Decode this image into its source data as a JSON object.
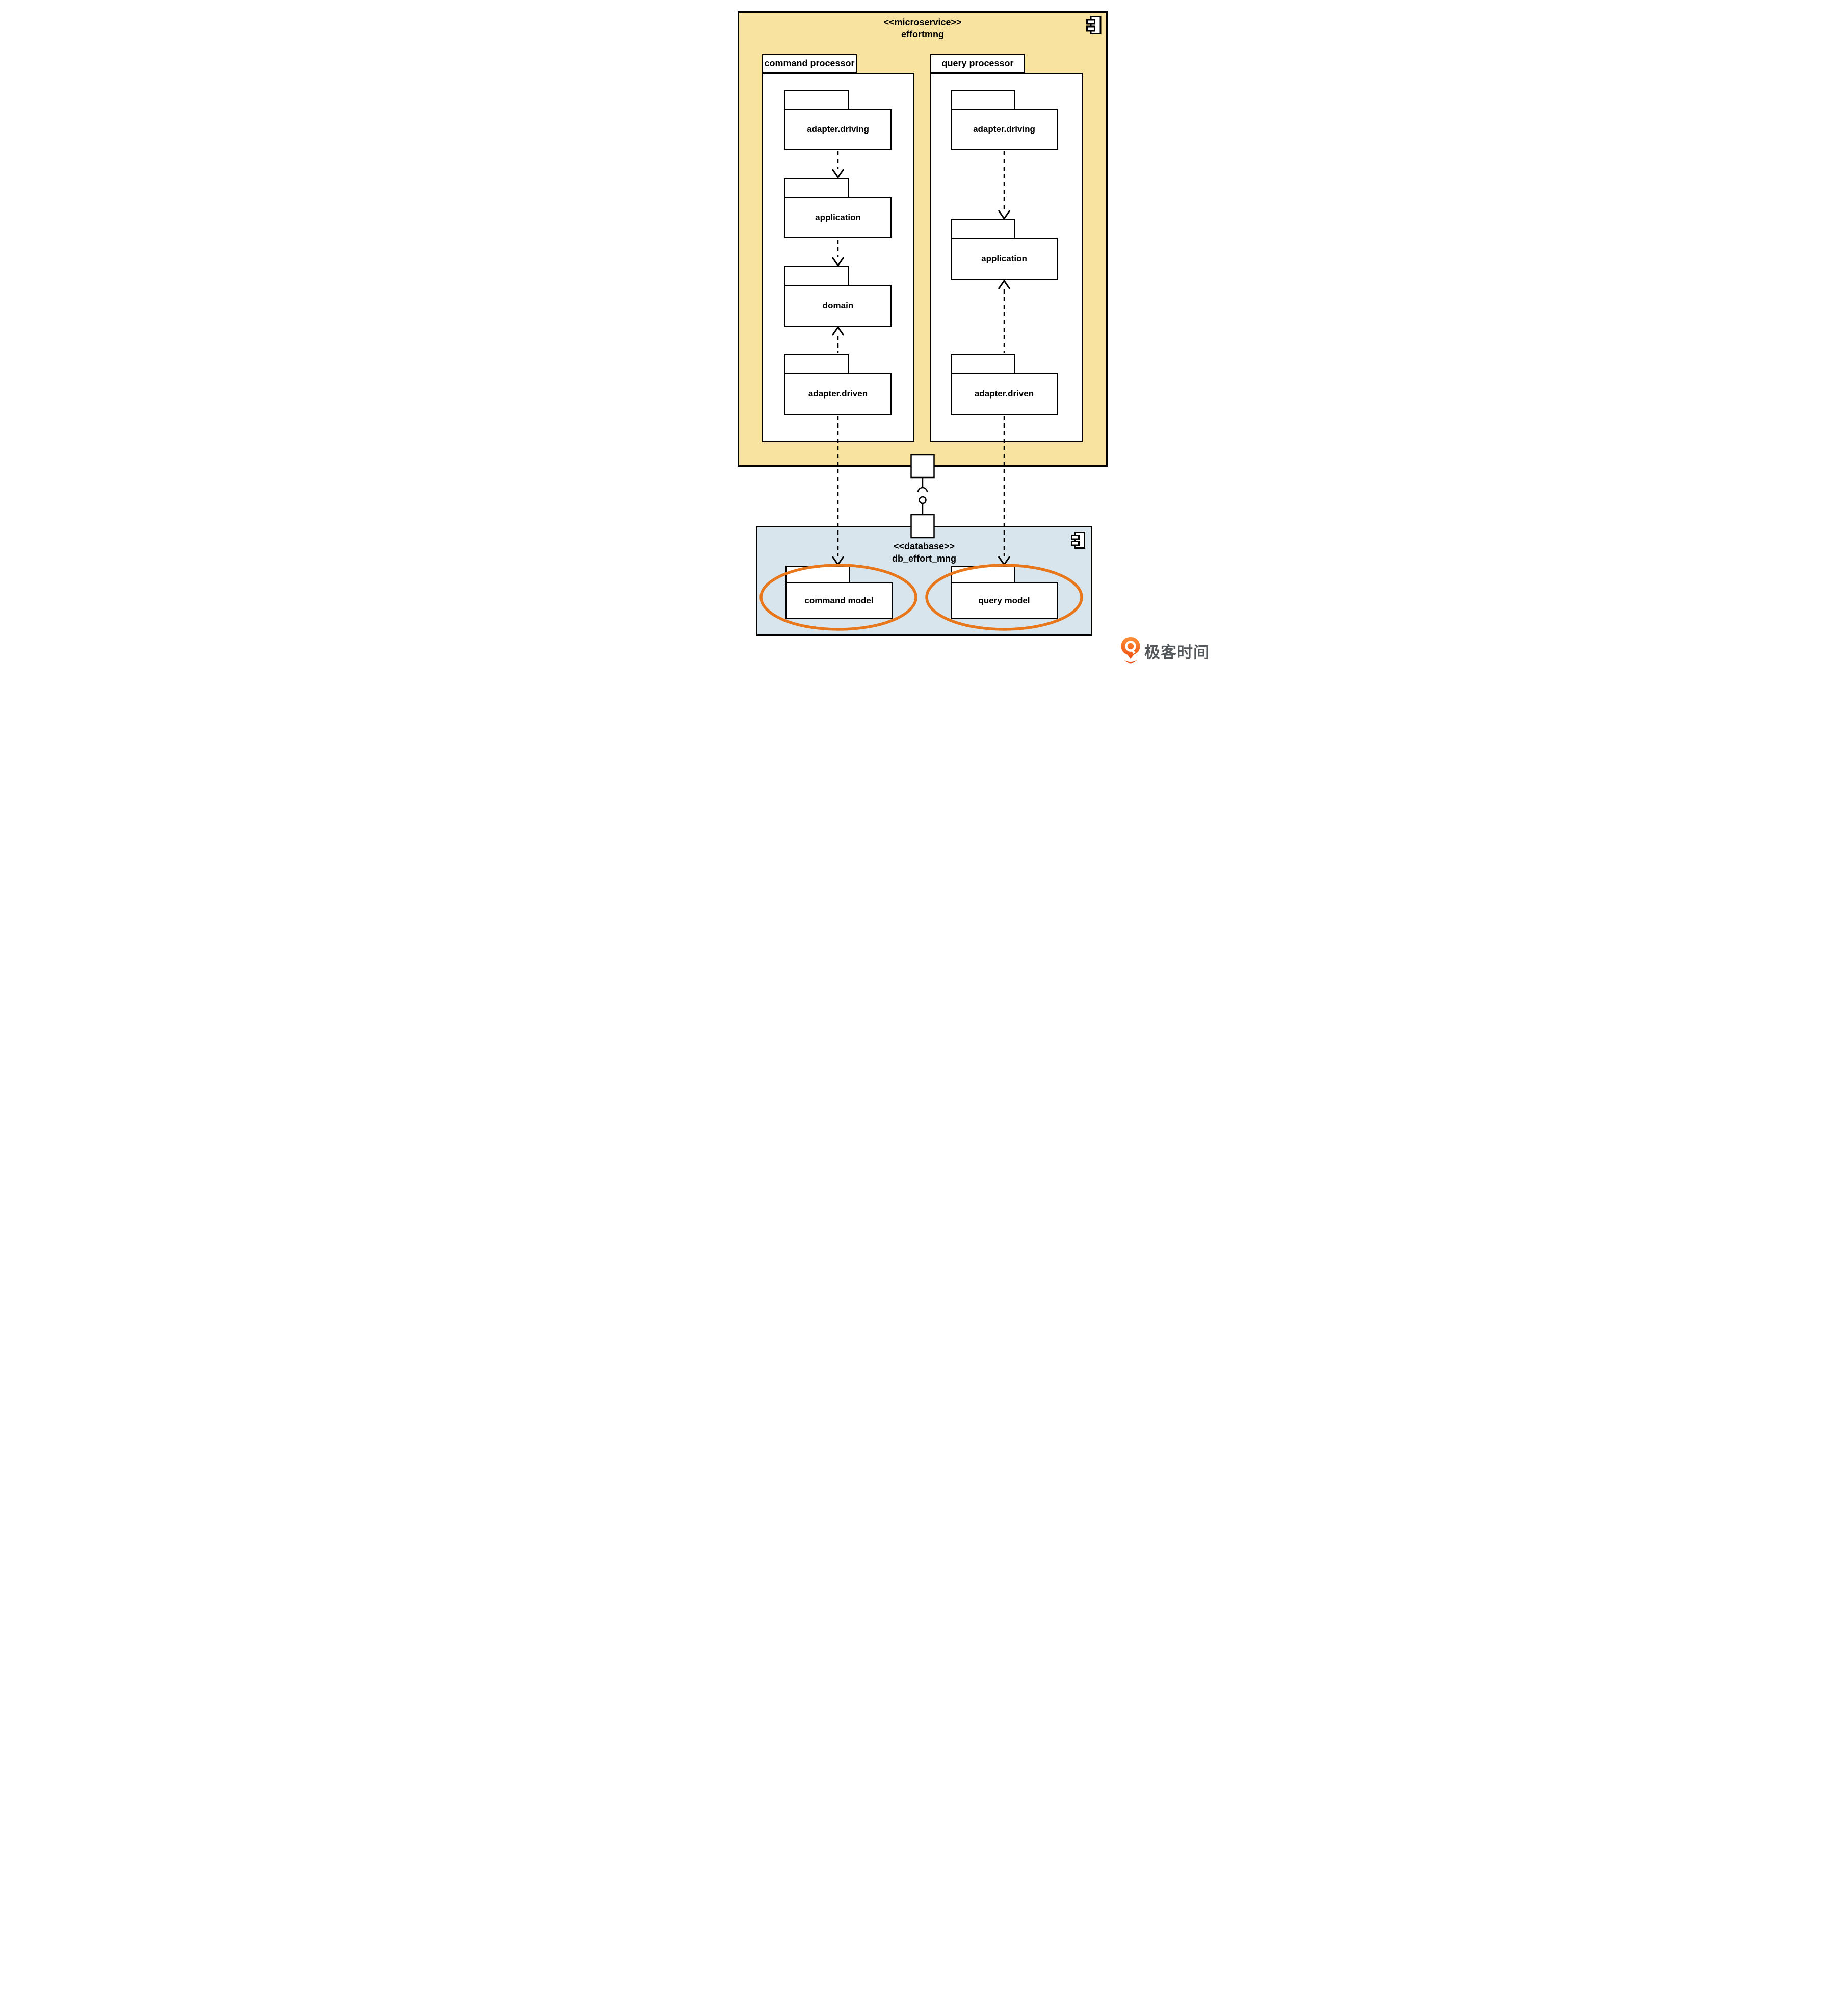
{
  "microservice": {
    "stereotype": "<<microservice>>",
    "name": "effortmng",
    "processors": [
      {
        "label": "command processor",
        "packages": [
          "adapter.driving",
          "application",
          "domain",
          "adapter.driven"
        ]
      },
      {
        "label": "query processor",
        "packages": [
          "adapter.driving",
          "application",
          "adapter.driven"
        ]
      }
    ]
  },
  "database": {
    "stereotype": "<<database>>",
    "name": "db_effort_mng",
    "models": [
      "command model",
      "query model"
    ]
  },
  "branding": {
    "logo_text": "极客时间"
  },
  "colors": {
    "microservice_bg": "#F8E3A0",
    "database_bg": "#D8E5EC",
    "highlight_ellipse": "#E8761B",
    "line": "#000000",
    "logo_orange": "#F25C0A",
    "logo_text_gray": "#54585B"
  }
}
